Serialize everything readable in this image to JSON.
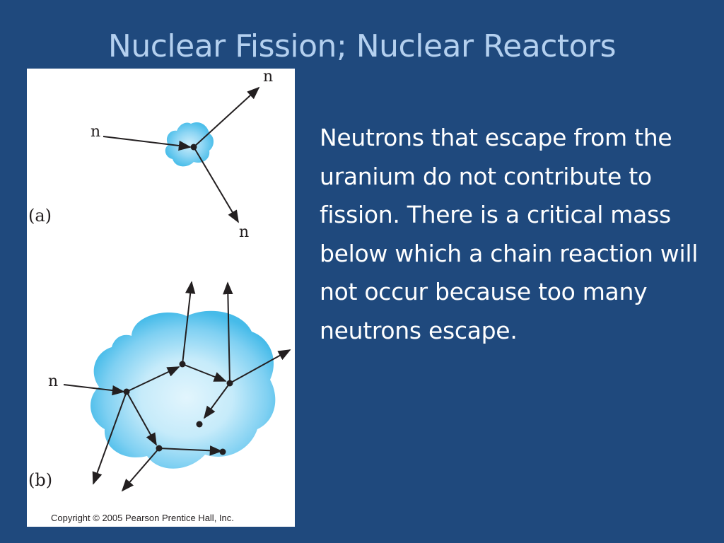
{
  "slide": {
    "title": "Nuclear Fission; Nuclear Reactors",
    "body": "Neutrons that escape from the uranium do not contribute to fission. There is a critical mass below which a chain reaction will not occur because too many neutrons escape."
  },
  "figure": {
    "panel_a_label": "(a)",
    "panel_b_label": "(b)",
    "neutron_label": "n",
    "copyright": "Copyright © 2005 Pearson Prentice Hall, Inc."
  },
  "colors": {
    "background": "#1f497d",
    "title": "#b4d0ef",
    "body_text": "#ffffff",
    "uranium_blob": "#5cc4ec",
    "ink": "#231f20"
  }
}
